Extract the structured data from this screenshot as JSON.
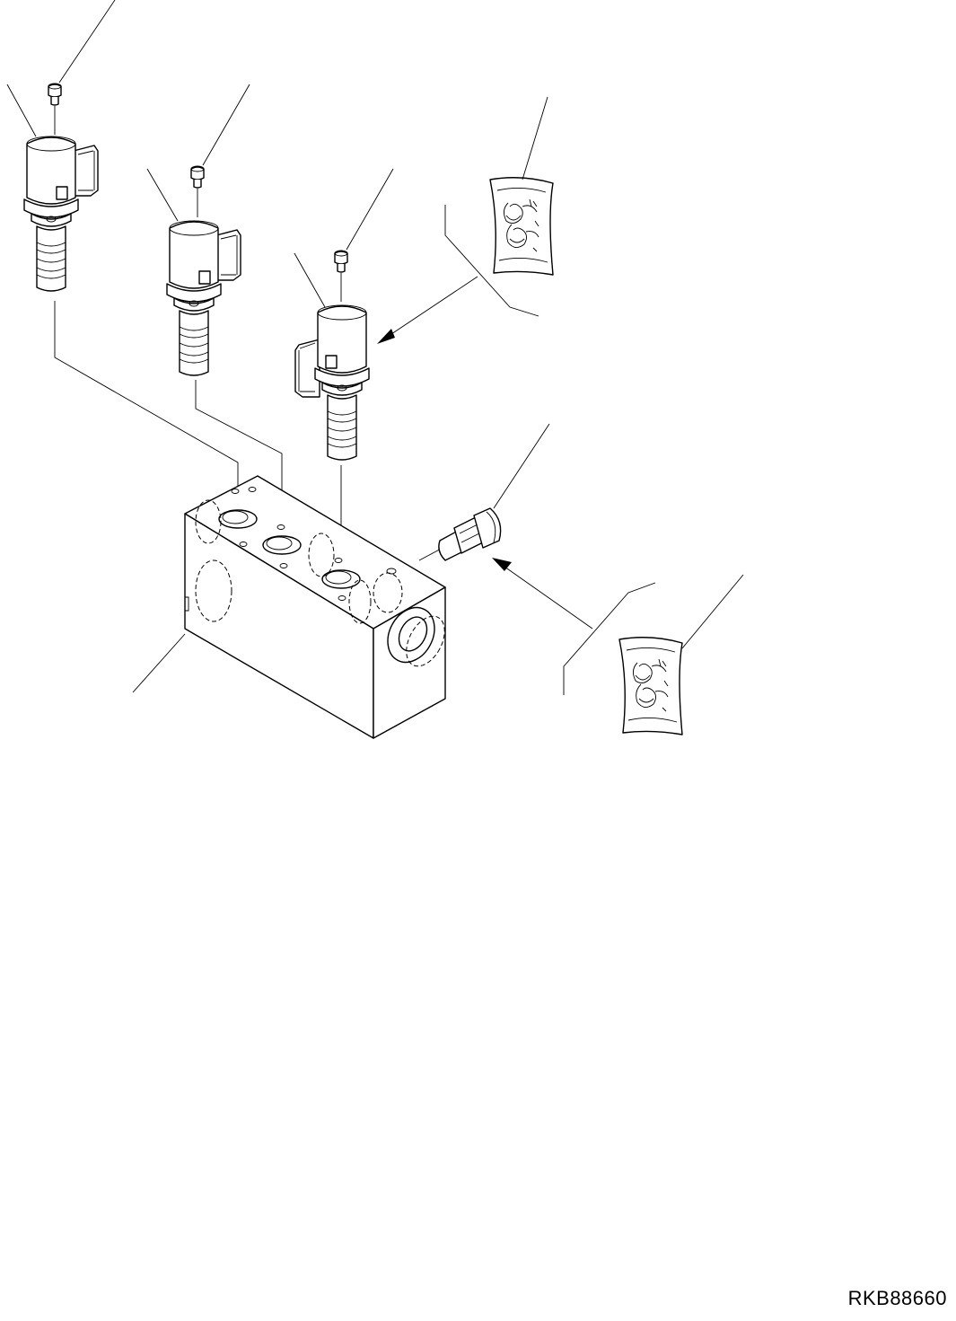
{
  "drawing": {
    "number": "RKB88660"
  },
  "parts": {
    "solenoid_valves": 3,
    "mounting_bolts": 3,
    "plug": 1,
    "valve_block": 1,
    "sealant_packets": 2
  }
}
